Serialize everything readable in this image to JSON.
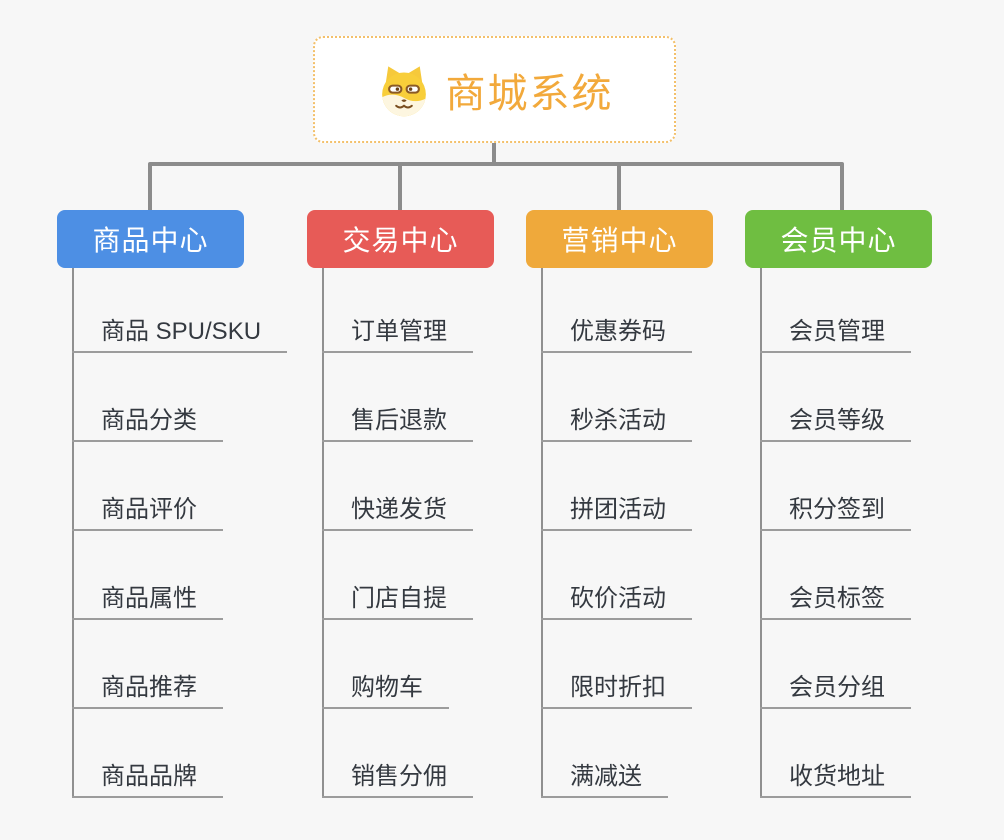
{
  "root": {
    "title": "商城系统",
    "icon": "shiba-dog-icon",
    "accent_color": "#f2a93b",
    "border_color": "#f3c06b"
  },
  "connector_color": "#8c8c8c",
  "branches": [
    {
      "id": "product-center",
      "label": "商品中心",
      "color": "#4d8fe4",
      "items": [
        "商品 SPU/SKU",
        "商品分类",
        "商品评价",
        "商品属性",
        "商品推荐",
        "商品品牌"
      ]
    },
    {
      "id": "trade-center",
      "label": "交易中心",
      "color": "#e75b57",
      "items": [
        "订单管理",
        "售后退款",
        "快递发货",
        "门店自提",
        "购物车",
        "销售分佣"
      ]
    },
    {
      "id": "marketing-center",
      "label": "营销中心",
      "color": "#efa93b",
      "items": [
        "优惠券码",
        "秒杀活动",
        "拼团活动",
        "砍价活动",
        "限时折扣",
        "满减送"
      ]
    },
    {
      "id": "member-center",
      "label": "会员中心",
      "color": "#6fbe41",
      "items": [
        "会员管理",
        "会员等级",
        "积分签到",
        "会员标签",
        "会员分组",
        "收货地址"
      ]
    }
  ]
}
